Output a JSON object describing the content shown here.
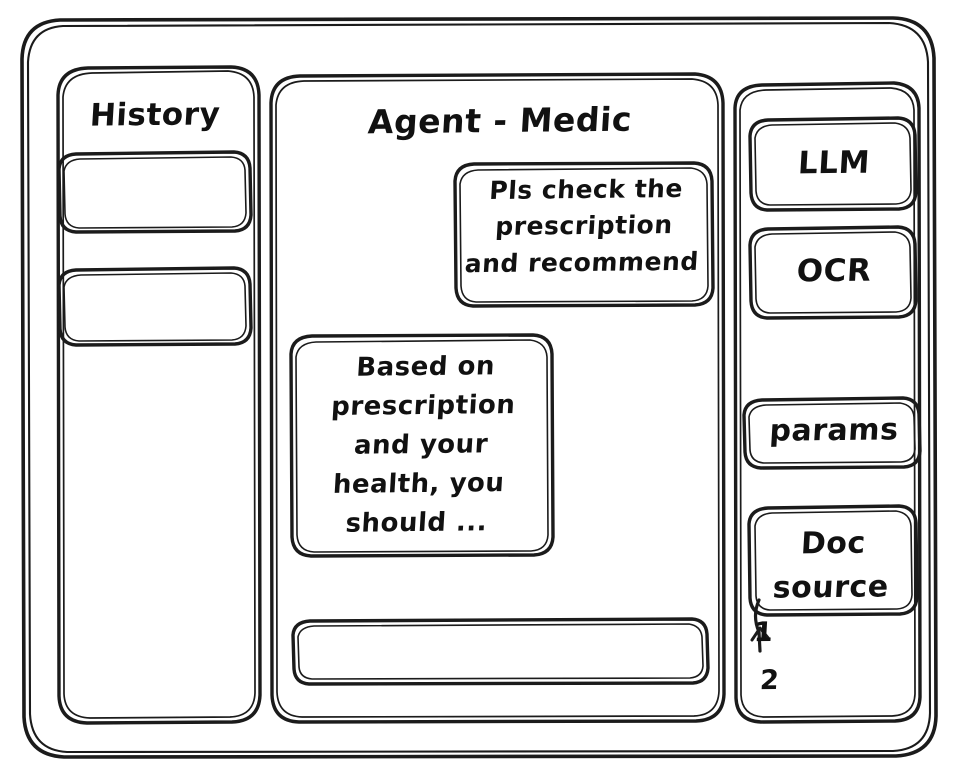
{
  "window": {
    "name": "agent-wireframe-mockup",
    "style": "hand-drawn-sketch",
    "ink_color": "#1b1b1b",
    "background_color": "#ffffff"
  },
  "sidebar_left": {
    "title": "History",
    "items": [
      {
        "label": "",
        "name": "history-item-1"
      },
      {
        "label": "",
        "name": "history-item-2"
      }
    ]
  },
  "main": {
    "title": "Agent - Medic",
    "messages": [
      {
        "role": "user",
        "text": "Pls check the\nprescription\nand recommend"
      },
      {
        "role": "agent",
        "text": "Based on\nprescription\nand your\nhealth, you\nshould ..."
      }
    ],
    "composer": {
      "value": "",
      "placeholder": ""
    }
  },
  "sidebar_right": {
    "buttons": [
      {
        "label": "LLM",
        "name": "tool-llm"
      },
      {
        "label": "OCR",
        "name": "tool-ocr"
      },
      {
        "label": "params",
        "name": "tool-params"
      },
      {
        "label": "Doc\nsource",
        "name": "tool-doc-source"
      }
    ],
    "doc_sources": [
      {
        "label": "1"
      },
      {
        "label": "2"
      }
    ]
  }
}
